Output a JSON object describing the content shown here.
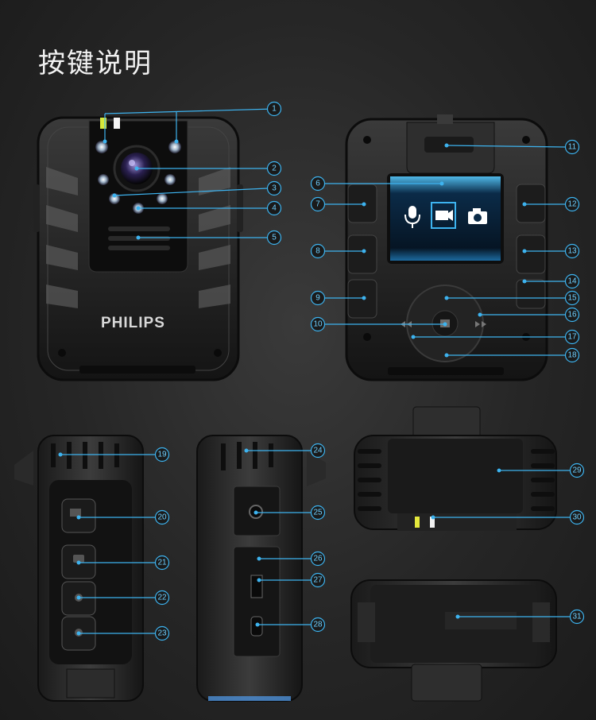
{
  "title": "按键说明",
  "brand": "PHILIPS",
  "screen": {
    "icons": [
      "microphone-icon",
      "video-camera-icon",
      "camera-icon"
    ],
    "selected": "video-camera-icon"
  },
  "callouts": [
    "1",
    "2",
    "3",
    "4",
    "5",
    "6",
    "7",
    "8",
    "9",
    "10",
    "11",
    "12",
    "13",
    "14",
    "15",
    "16",
    "17",
    "18",
    "19",
    "20",
    "21",
    "22",
    "23",
    "24",
    "25",
    "26",
    "27",
    "28",
    "29",
    "30",
    "31"
  ],
  "colors": {
    "accent": "#3db3ef",
    "background": "#262626"
  }
}
